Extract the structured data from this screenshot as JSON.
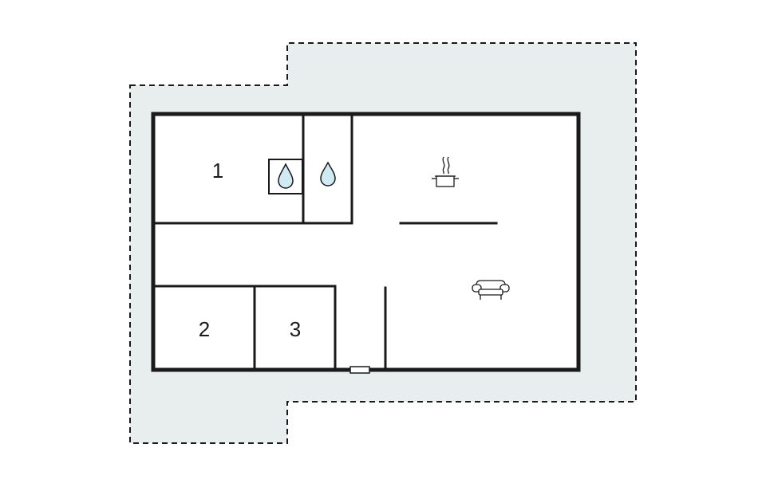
{
  "plan": {
    "colors": {
      "wall": "#1a1a1a",
      "outdoor_area": "#e8eded",
      "water": "#cfeaf3",
      "door": "#ffffff"
    },
    "rooms": [
      {
        "id": "bedroom-1",
        "label": "1"
      },
      {
        "id": "bedroom-2",
        "label": "2"
      },
      {
        "id": "bedroom-3",
        "label": "3"
      }
    ],
    "icons": [
      {
        "name": "sink-icon",
        "room": "bathroom-small"
      },
      {
        "name": "shower-icon",
        "room": "bathroom"
      },
      {
        "name": "kitchen-pot-icon",
        "room": "kitchen"
      },
      {
        "name": "sofa-icon",
        "room": "living-room"
      }
    ]
  }
}
